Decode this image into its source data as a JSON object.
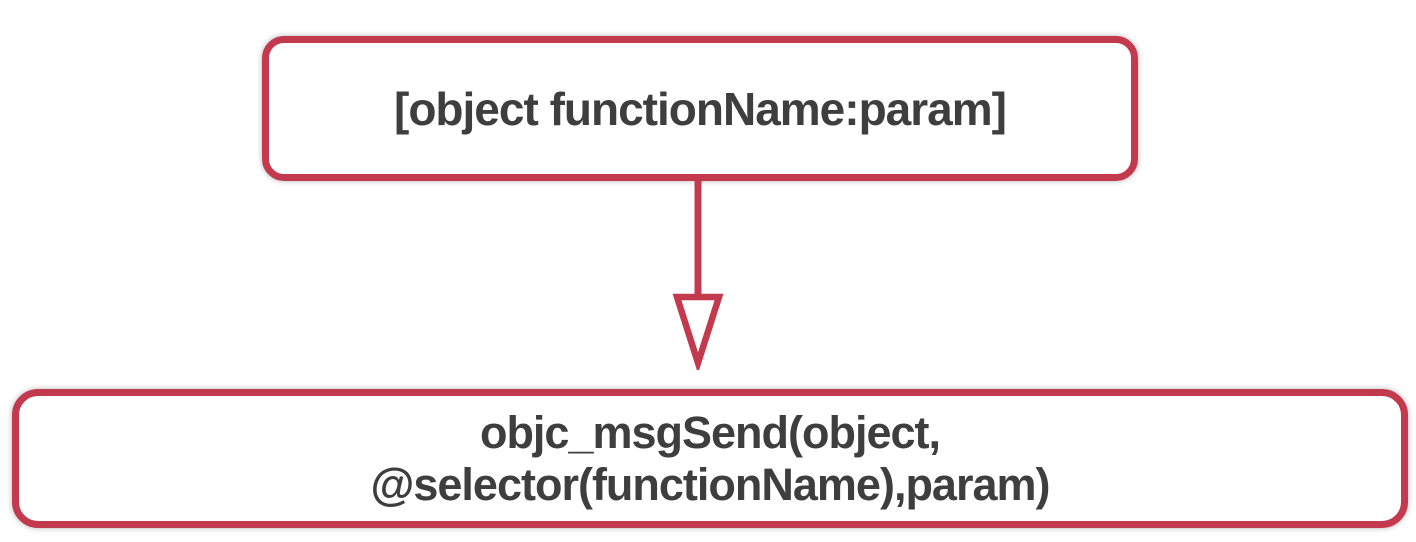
{
  "diagram": {
    "description": "Objective-C message send translation diagram",
    "nodes": [
      {
        "id": "objc-message-syntax",
        "label": "[object functionName:param]"
      },
      {
        "id": "objc-msgsend-call",
        "label_line1": "objc_msgSend(object,",
        "label_line2": "@selector(functionName),param)"
      }
    ],
    "edges": [
      {
        "from": "objc-message-syntax",
        "to": "objc-msgsend-call",
        "style": "open-triangle-arrow",
        "direction": "down"
      }
    ]
  },
  "colors": {
    "border_red": "#C3394D",
    "text_gray": "#3E3E3E",
    "background": "#FFFFFF",
    "arrowhead_fill": "#FFFFFF"
  }
}
